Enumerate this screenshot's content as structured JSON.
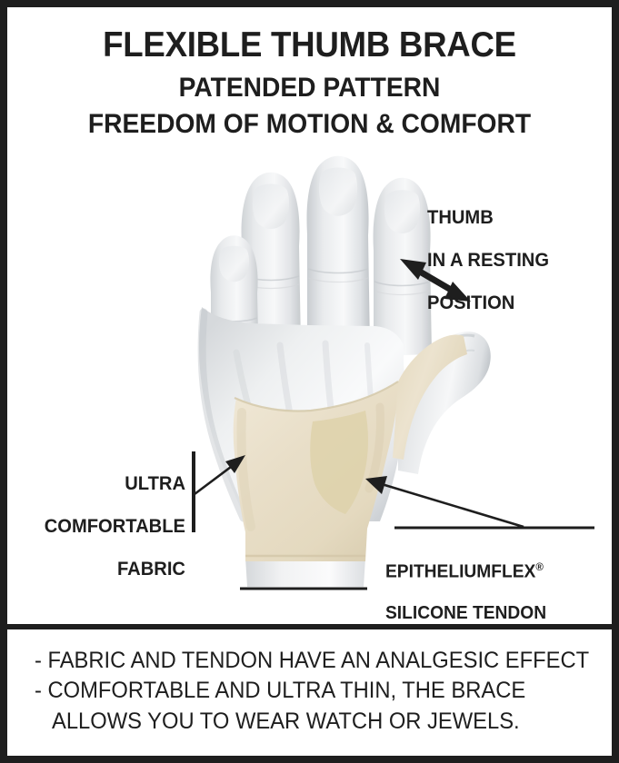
{
  "poster": {
    "frame_color": "#1e1e1e",
    "background_color": "#ffffff"
  },
  "header": {
    "title": "FLEXIBLE THUMB BRACE",
    "subtitle_1": "PATENDED PATTERN",
    "subtitle_2": "FREEDOM OF MOTION & COMFORT"
  },
  "illustration": {
    "description": "hand-wearing-thumb-brace",
    "hand_color": "#ececee",
    "hand_shadow_color": "#c9cccf",
    "brace_color": "#e9dfc9",
    "brace_shade_color": "#ded3b6",
    "silicone_pad_color": "#ded2ad"
  },
  "callouts": {
    "thumb": {
      "line_1": "THUMB",
      "line_2": "IN A RESTING",
      "line_3": "POSITION",
      "arrow": "double-headed-diagonal-arrow"
    },
    "fabric": {
      "line_1": "ULTRA",
      "line_2": "COMFORTABLE",
      "line_3": "FABRIC",
      "arrow": "arrow-up-right"
    },
    "tendon": {
      "line_1": "EPITHELIUMFLEX",
      "registered_mark": "®",
      "line_2": "SILICONE TENDON",
      "arrow": "arrow-up-left"
    }
  },
  "features": {
    "bullet_1": "- FABRIC AND TENDON HAVE AN ANALGESIC EFFECT",
    "bullet_2": "- COMFORTABLE AND ULTRA THIN, THE BRACE",
    "bullet_2_cont": "ALLOWS YOU TO WEAR WATCH OR JEWELS."
  }
}
